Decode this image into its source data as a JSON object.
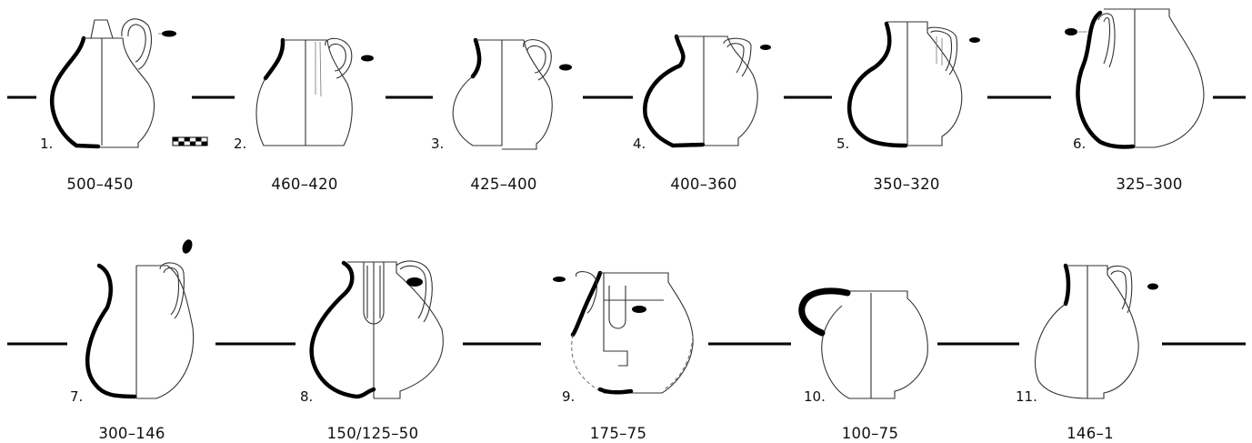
{
  "vessels": [
    {
      "number": "1.",
      "date": "500–450"
    },
    {
      "number": "2.",
      "date": "460–420"
    },
    {
      "number": "3.",
      "date": "425–400"
    },
    {
      "number": "4.",
      "date": "400–360"
    },
    {
      "number": "5.",
      "date": "350–320"
    },
    {
      "number": "6.",
      "date": "325–300"
    },
    {
      "number": "7.",
      "date": "300–146"
    },
    {
      "number": "8.",
      "date": "150/125–50"
    },
    {
      "number": "9.",
      "date": "175–75"
    },
    {
      "number": "10.",
      "date": "100–75"
    },
    {
      "number": "11.",
      "date": "146–1"
    }
  ],
  "scale_bar": {
    "colors": [
      "#000000",
      "#ffffff"
    ]
  }
}
